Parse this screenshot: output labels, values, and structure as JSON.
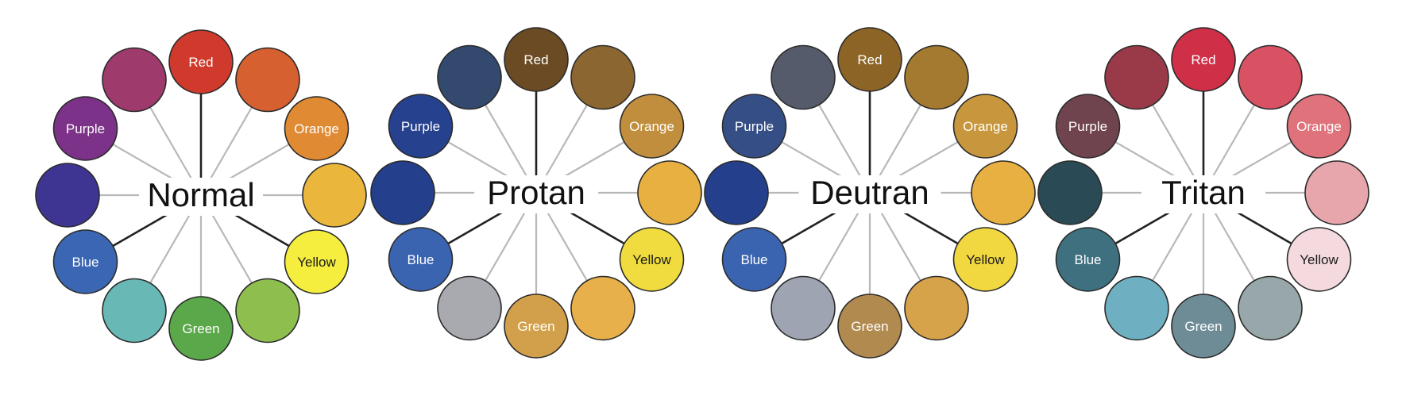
{
  "wheels": [
    {
      "title": "Normal",
      "colors": [
        "#cf3a2c",
        "#d6602f",
        "#e08a34",
        "#eab63c",
        "#f6ee3e",
        "#8dbe4e",
        "#5aa84a",
        "#68b8b5",
        "#3b66b3",
        "#3d3591",
        "#7b3288",
        "#9f3a6c"
      ],
      "labels": [
        "Red",
        "",
        "Orange",
        "",
        "Yellow",
        "",
        "Green",
        "",
        "Blue",
        "",
        "Purple",
        ""
      ]
    },
    {
      "title": "Protan",
      "colors": [
        "#6b4b24",
        "#8c6630",
        "#c08e3c",
        "#e8b040",
        "#f0dc3e",
        "#e8b04a",
        "#d2a04a",
        "#a8aab0",
        "#3b64b0",
        "#243f8c",
        "#26418e",
        "#33496e"
      ],
      "labels": [
        "Red",
        "",
        "Orange",
        "",
        "Yellow",
        "",
        "Green",
        "",
        "Blue",
        "",
        "Purple",
        ""
      ]
    },
    {
      "title": "Deutran",
      "colors": [
        "#8c6426",
        "#a47a30",
        "#c8963c",
        "#e8b040",
        "#f2d840",
        "#d6a24a",
        "#b08a4e",
        "#9ea4b2",
        "#3b64b0",
        "#24408c",
        "#354f86",
        "#555b6a"
      ],
      "labels": [
        "Red",
        "",
        "Orange",
        "",
        "Yellow",
        "",
        "Green",
        "",
        "Blue",
        "",
        "Purple",
        ""
      ]
    },
    {
      "title": "Tritan",
      "colors": [
        "#cf2f47",
        "#d85264",
        "#e0727c",
        "#e6a6ab",
        "#f4dade",
        "#98a8aa",
        "#6e8c96",
        "#6eb0c2",
        "#3e7080",
        "#2a4a56",
        "#70444e",
        "#9a3a48"
      ],
      "labels": [
        "Red",
        "",
        "Orange",
        "",
        "Yellow",
        "",
        "Green",
        "",
        "Blue",
        "",
        "Purple",
        ""
      ]
    }
  ]
}
